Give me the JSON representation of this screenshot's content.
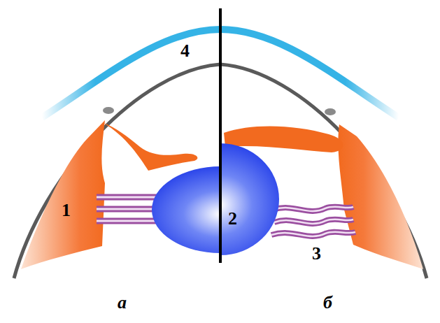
{
  "diagram": {
    "labels": [
      "4",
      "1",
      "2",
      "3",
      "а",
      "б"
    ]
  }
}
